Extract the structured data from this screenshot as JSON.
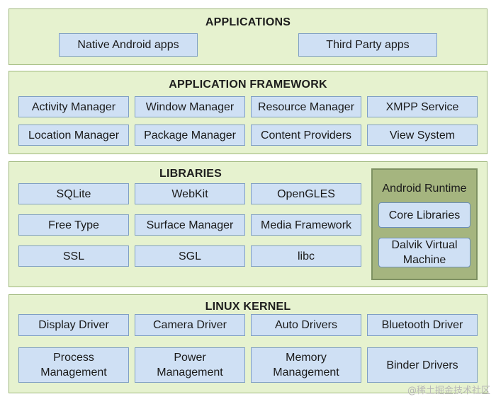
{
  "applications": {
    "title": "APPLICATIONS",
    "items": [
      "Native Android apps",
      "Third Party apps"
    ]
  },
  "framework": {
    "title": "APPLICATION FRAMEWORK",
    "items": [
      "Activity Manager",
      "Window Manager",
      "Resource Manager",
      "XMPP Service",
      "Location Manager",
      "Package Manager",
      "Content Providers",
      "View System"
    ]
  },
  "libraries": {
    "title": "LIBRARIES",
    "items": [
      "SQLite",
      "WebKit",
      "OpenGLES",
      "Free Type",
      "Surface Manager",
      "Media Framework",
      "SSL",
      "SGL",
      "libc"
    ]
  },
  "runtime": {
    "title": "Android Runtime",
    "items": [
      "Core Libraries",
      "Dalvik Virtual Machine"
    ]
  },
  "kernel": {
    "title": "LINUX KERNEL",
    "items": [
      "Display Driver",
      "Camera Driver",
      "Auto Drivers",
      "Bluetooth Driver",
      "Process Management",
      "Power Management",
      "Memory Management",
      "Binder Drivers"
    ]
  },
  "watermark": "@稀土掘金技术社区"
}
